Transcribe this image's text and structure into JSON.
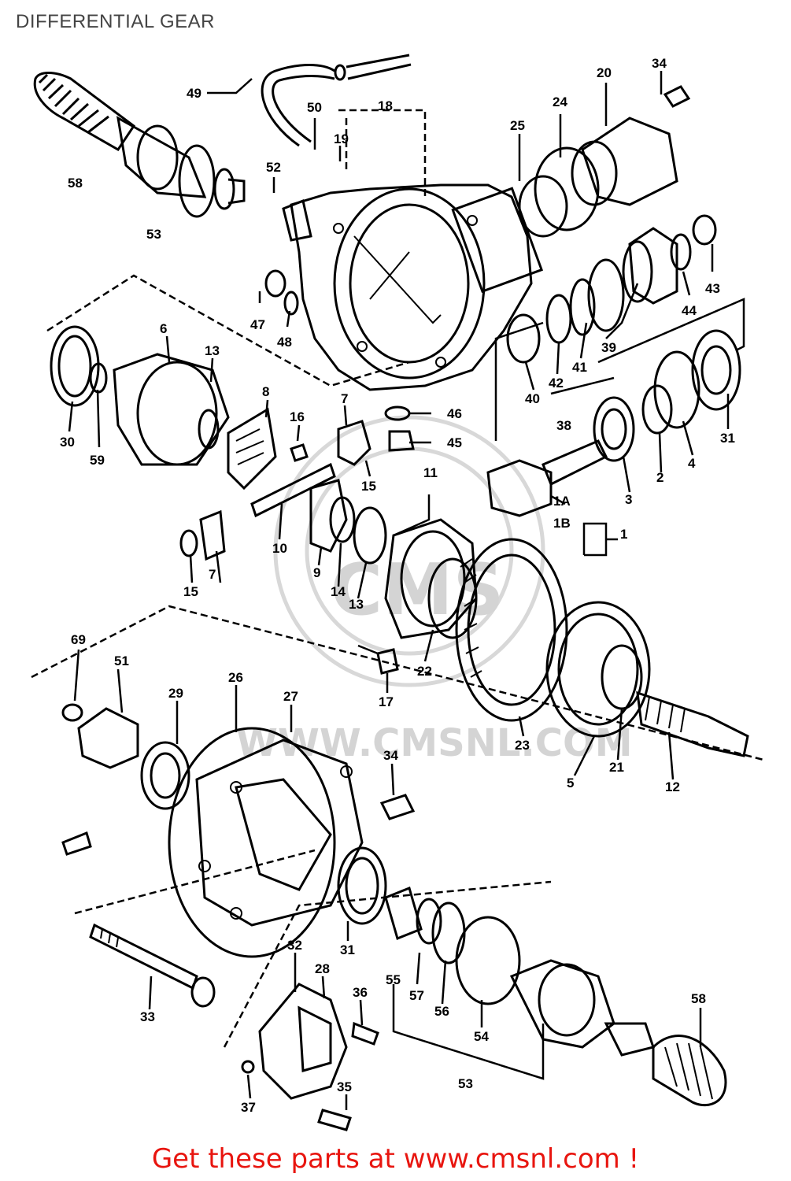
{
  "page_title": "DIFFERENTIAL GEAR",
  "footer": {
    "prefix": "Get these parts at ",
    "link_text": "www.cmsnl.com",
    "suffix": " !",
    "color": "#e8150f"
  },
  "watermark": {
    "text": "WWW.CMSNL.COM",
    "logo_text": "CMS"
  },
  "callouts": [
    "58",
    "53",
    "49",
    "50",
    "19",
    "18",
    "52",
    "25",
    "24",
    "20",
    "34",
    "43",
    "44",
    "47",
    "48",
    "39",
    "41",
    "42",
    "40",
    "38",
    "31",
    "4",
    "2",
    "3",
    "6",
    "13",
    "8",
    "30",
    "59",
    "16",
    "7",
    "46",
    "45",
    "1A",
    "1B",
    "1",
    "11",
    "10",
    "15",
    "9",
    "14",
    "22",
    "23",
    "21",
    "12",
    "5",
    "69",
    "51",
    "29",
    "26",
    "27",
    "17",
    "31",
    "55",
    "57",
    "56",
    "54",
    "53",
    "58",
    "33",
    "32",
    "28",
    "36",
    "37",
    "35"
  ]
}
